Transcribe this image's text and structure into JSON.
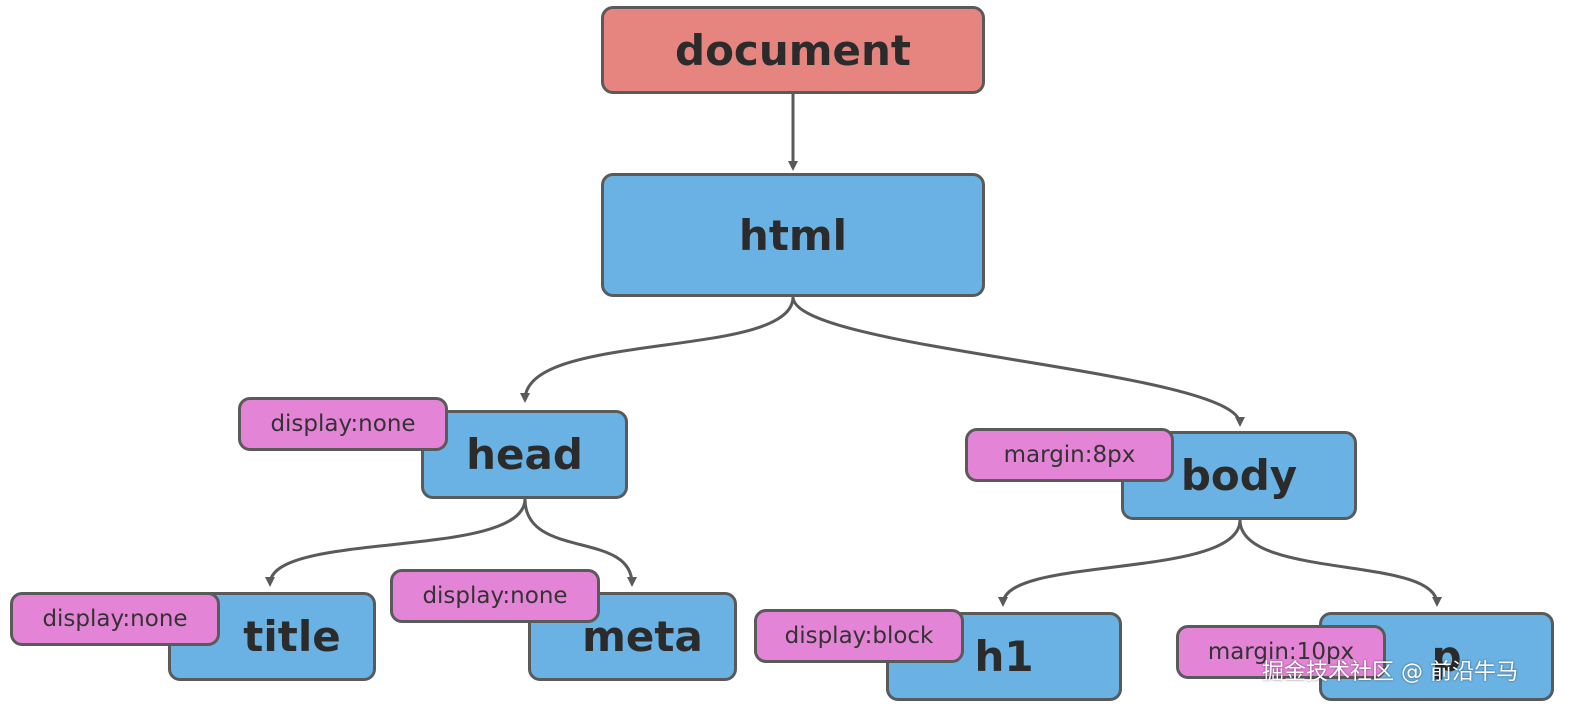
{
  "diagram": {
    "nodes": {
      "document": "document",
      "html": "html",
      "head": "head",
      "body": "body",
      "title": "title",
      "meta": "meta",
      "h1": "h1",
      "p": "p"
    },
    "tags": {
      "head": "display:none",
      "body": "margin:8px",
      "title": "display:none",
      "meta": "display:none",
      "h1": "display:block",
      "p": "margin:10px"
    },
    "colors": {
      "root": "#e6847f",
      "element": "#6ab2e3",
      "tag": "#e484d6",
      "border": "#5a5a5a"
    }
  },
  "watermark": "掘金技术社区 @ 前沿牛马"
}
